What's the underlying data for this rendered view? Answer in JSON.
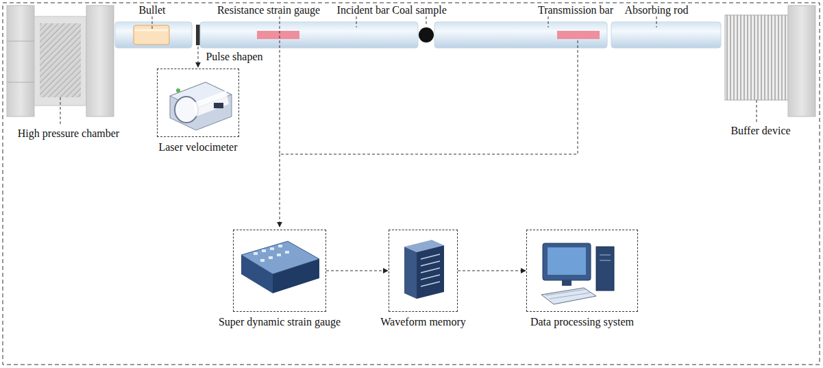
{
  "diagram": {
    "nodes": [
      {
        "text": [
          "Laser velocimeter"
        ]
      },
      {
        "text": [
          "Super dynamic strain gauge"
        ]
      },
      {
        "text": [
          "Waveform memory"
        ]
      },
      {
        "text": [
          "Data processing system"
        ]
      }
    ],
    "edges": [
      {
        "from": 1,
        "to": 2,
        "arrow": "to"
      },
      {
        "from": 2,
        "to": 3,
        "arrow": "to"
      }
    ],
    "labels": [
      "Resistance strain gauge",
      "Bullet",
      "Incident bar",
      "Coal sample",
      "Transmission bar",
      "Absorbing rod",
      "Pulse shapen",
      "High pressure chamber",
      "Buffer device"
    ]
  }
}
